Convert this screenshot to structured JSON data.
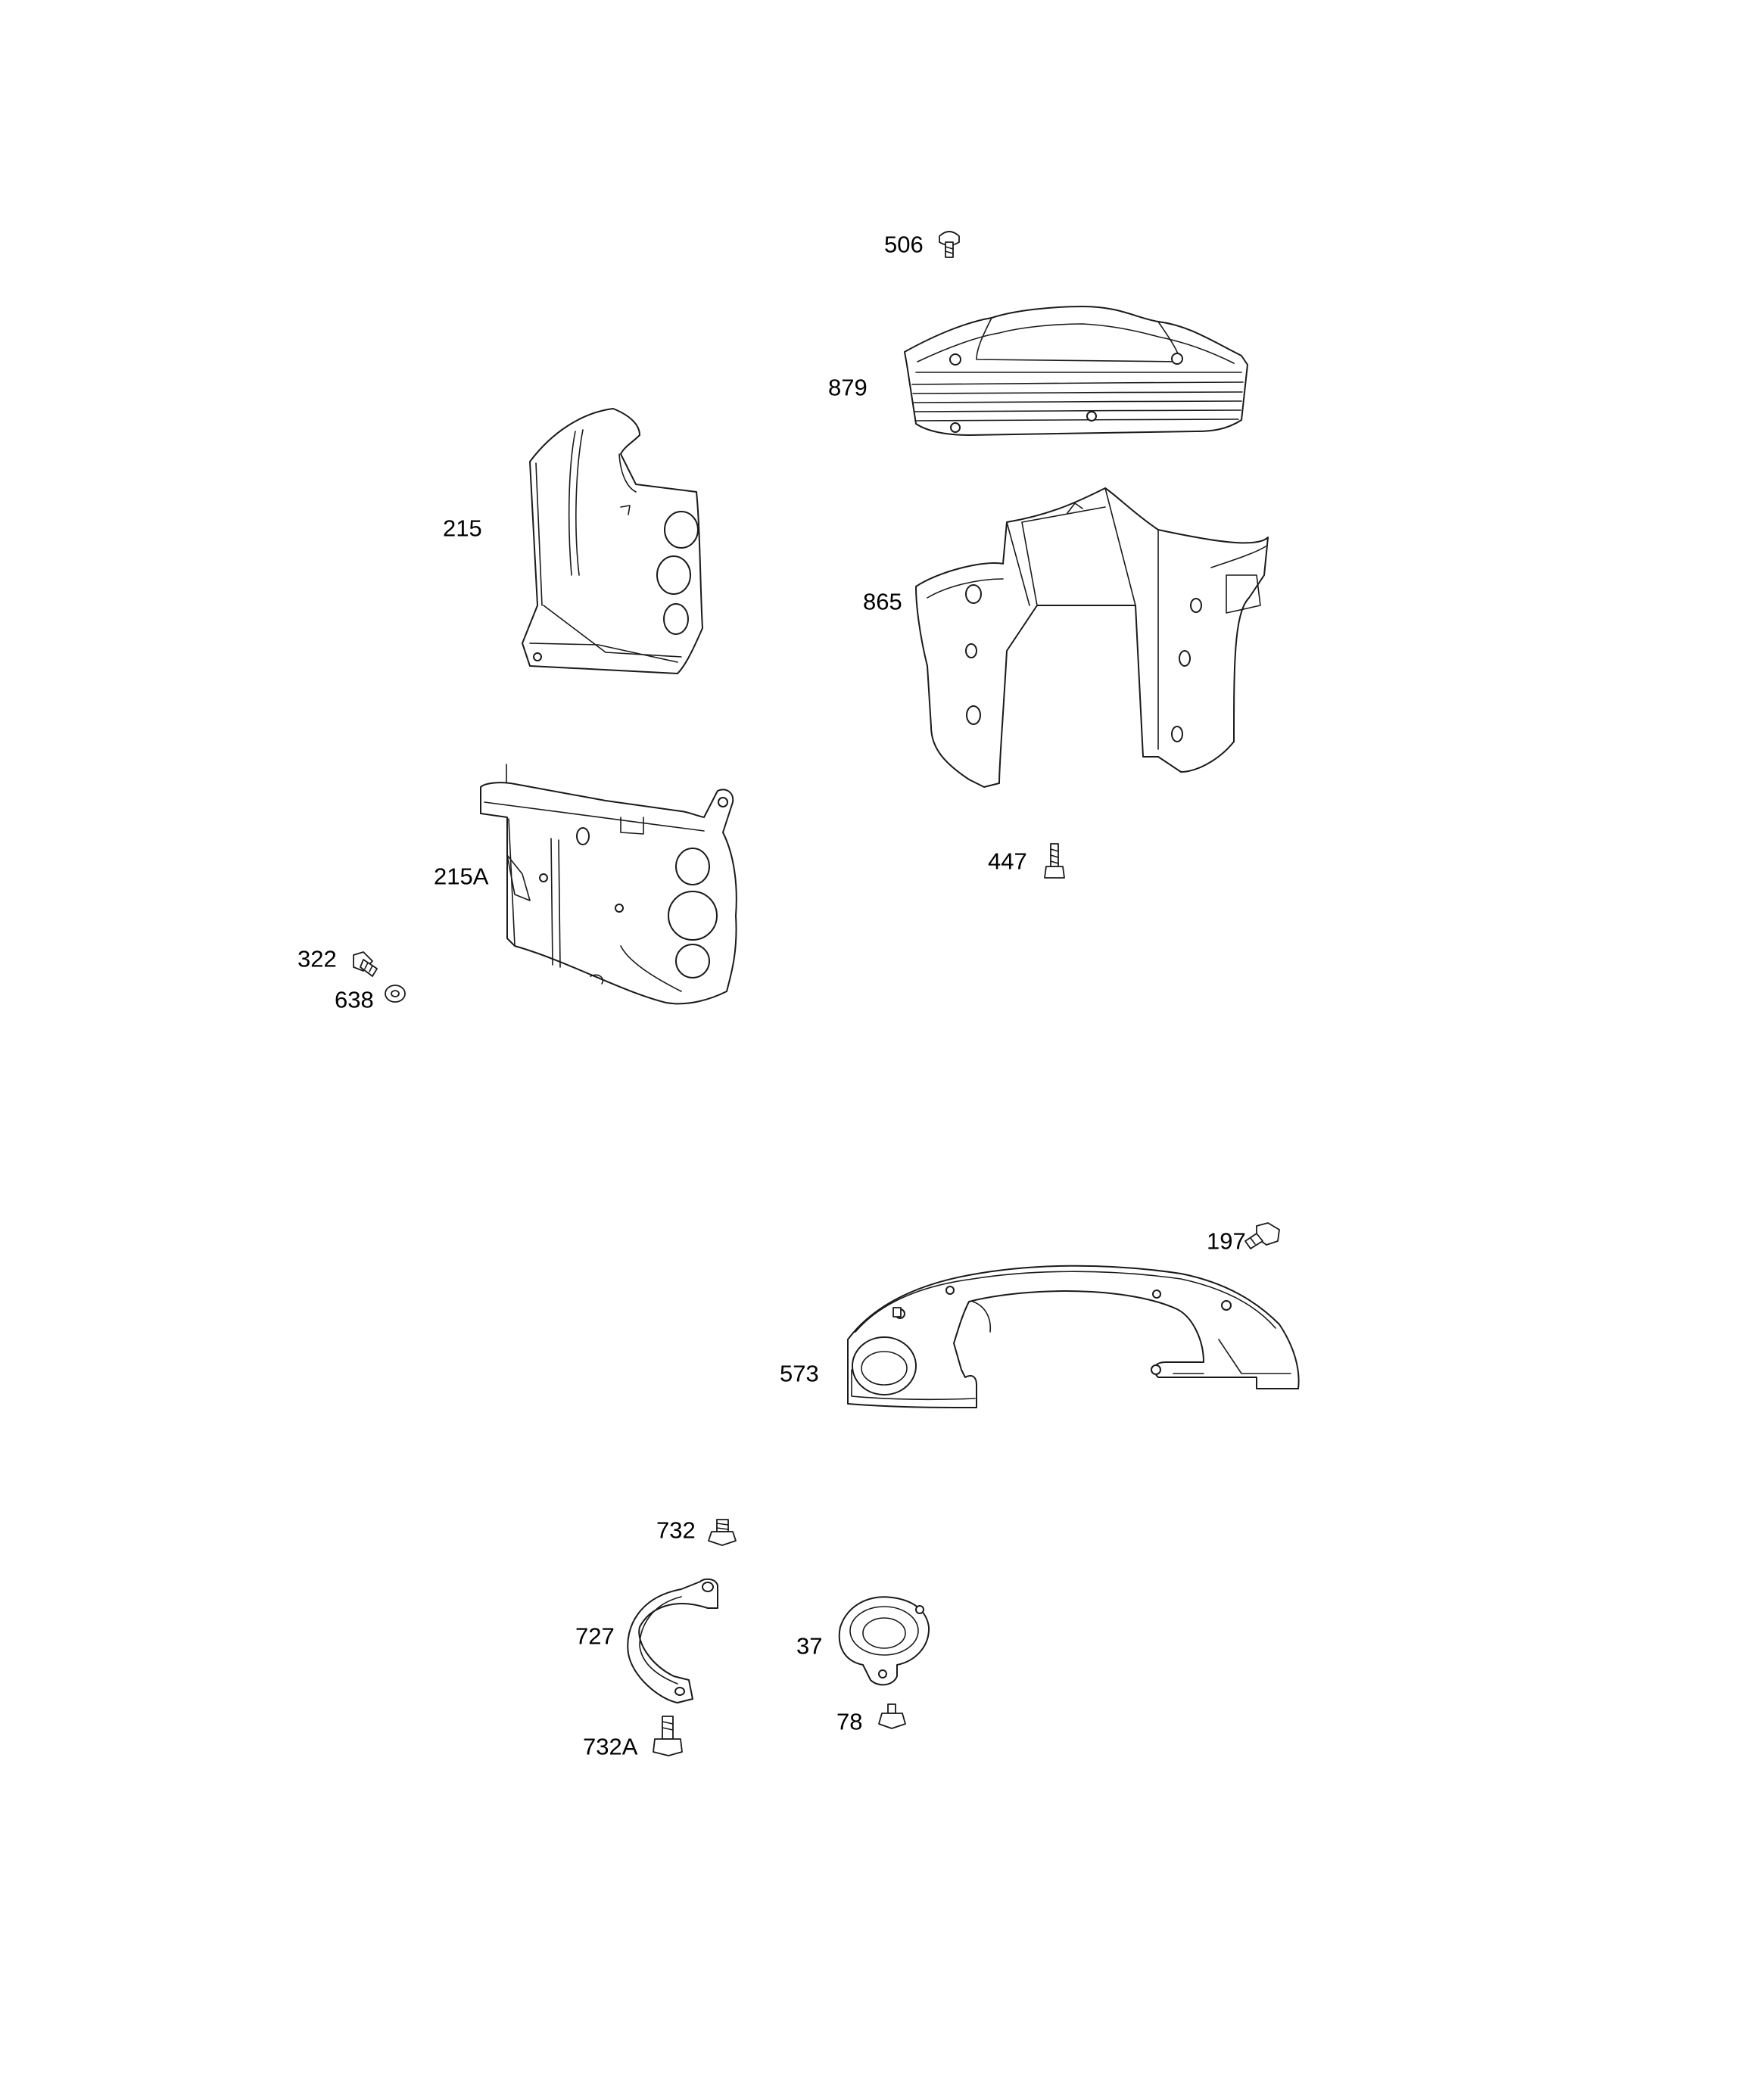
{
  "callouts": [
    {
      "id": "506",
      "label": "506"
    },
    {
      "id": "879",
      "label": "879"
    },
    {
      "id": "215",
      "label": "215"
    },
    {
      "id": "865",
      "label": "865"
    },
    {
      "id": "215A",
      "label": "215A"
    },
    {
      "id": "447",
      "label": "447"
    },
    {
      "id": "322",
      "label": "322"
    },
    {
      "id": "638",
      "label": "638"
    },
    {
      "id": "197",
      "label": "197"
    },
    {
      "id": "573",
      "label": "573"
    },
    {
      "id": "732",
      "label": "732"
    },
    {
      "id": "727",
      "label": "727"
    },
    {
      "id": "37",
      "label": "37"
    },
    {
      "id": "78",
      "label": "78"
    },
    {
      "id": "732A",
      "label": "732A"
    }
  ],
  "colors": {
    "line": "#1a1a1a",
    "fill": "#ffffff",
    "text": "#000000"
  }
}
